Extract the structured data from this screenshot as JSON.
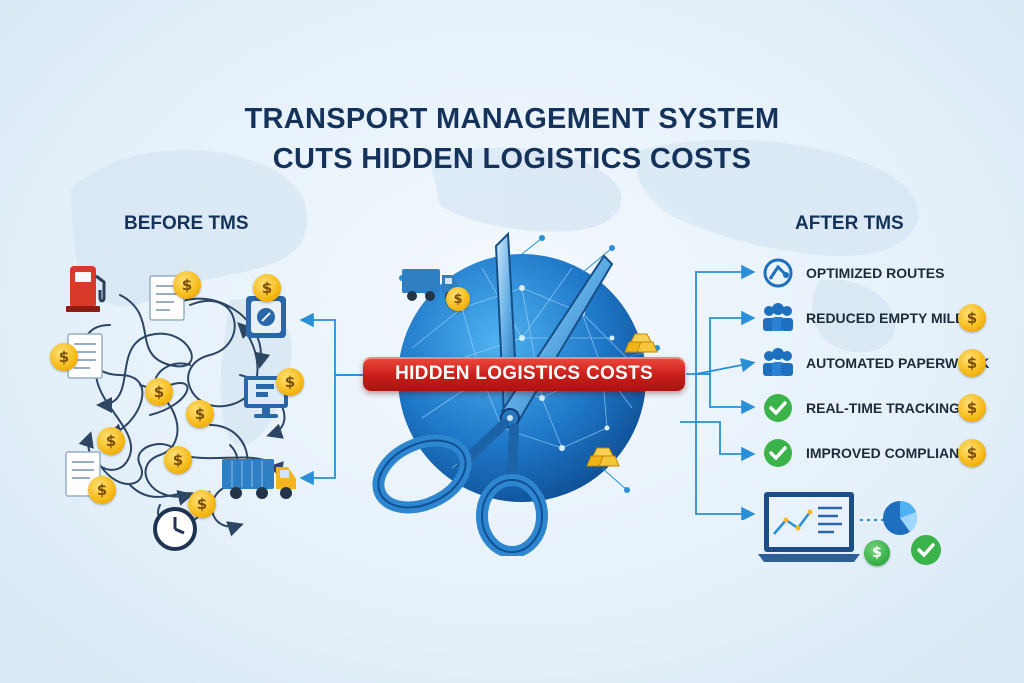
{
  "title": {
    "line1": "TRANSPORT MANAGEMENT SYSTEM",
    "line2": "CUTS HIDDEN LOGISTICS COSTS"
  },
  "before": {
    "label": "BEFORE TMS",
    "icons": [
      "fuel-pump-icon",
      "invoice-icon",
      "document-icon",
      "safe-icon",
      "monitor-icon",
      "truck-icon",
      "clock-icon",
      "coin-icon"
    ]
  },
  "center": {
    "banner": "HIDDEN LOGISTICS COSTS",
    "icons": [
      "globe-network-icon",
      "scissors-icon",
      "truck-icon",
      "gold-bars-icon"
    ]
  },
  "after": {
    "label": "AFTER TMS",
    "benefits": [
      {
        "label": "OPTIMIZED ROUTES",
        "icon": "route-icon",
        "coin": false
      },
      {
        "label": "REDUCED EMPTY MILES",
        "icon": "team-icon",
        "coin": true
      },
      {
        "label": "AUTOMATED PAPERWORK",
        "icon": "team-icon",
        "coin": true
      },
      {
        "label": "REAL-TIME TRACKING",
        "icon": "check-icon",
        "coin": true
      },
      {
        "label": "IMPROVED COMPLIANCE",
        "icon": "check-icon",
        "coin": true
      }
    ],
    "dashboard_icons": [
      "laptop-dashboard-icon",
      "pie-chart-icon",
      "coin-icon",
      "check-icon"
    ]
  },
  "coin_symbol": "$",
  "colors": {
    "navy": "#15325b",
    "accent_blue": "#2a8fd6",
    "banner_red": "#d3261f",
    "coin_gold": "#f6b916",
    "check_green": "#3cb34a"
  }
}
